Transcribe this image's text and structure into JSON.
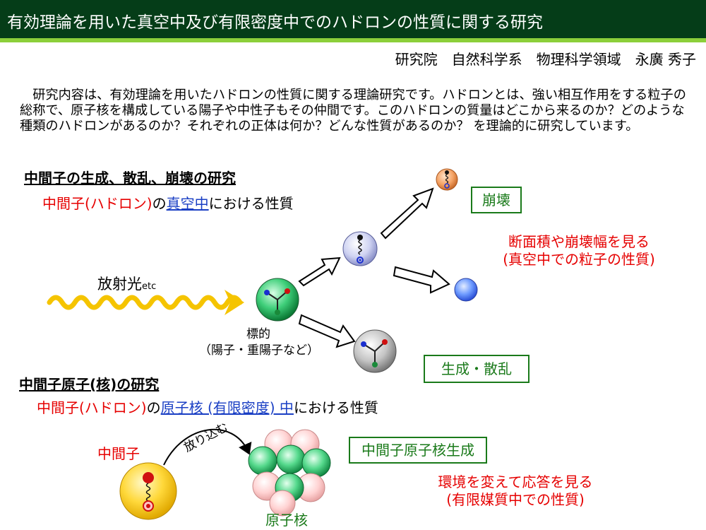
{
  "header": {
    "title": "有効理論を用いた真空中及び有限密度中でのハドロンの性質に関する研究"
  },
  "author": "研究院　自然科学系　物理科学領域　永廣 秀子",
  "intro": "　研究内容は、有効理論を用いたハドロンの性質に関する理論研究です。ハドロンとは、強い相互作用をする粒子の総称で、原子核を構成している陽子や中性子もその仲間です。このハドロンの質量はどこから来るのか？どのような種類のハドロンがあるのか？それぞれの正体は何か？どんな性質があるのか？ を理論的に研究しています。",
  "section1": {
    "title": "中間子の生成、散乱、崩壊の研究",
    "red_part": "中間子(ハドロン)",
    "mid_part": "の",
    "blue_part": "真空中",
    "tail_part": "における性質"
  },
  "section2": {
    "title": "中間子原子(核)の研究",
    "red_part": "中間子(ハドロン)",
    "mid_part": "の",
    "blue_part": "原子核 (有限密度) 中",
    "tail_part": "における性質"
  },
  "diagram": {
    "radiation_label": "放射光",
    "radiation_sub": "etc",
    "target_label": "標的",
    "target_sub": "（陽子・重陽子など）",
    "decay_box": "崩壊",
    "decay_note_line1": "断面積や崩壊幅を見る",
    "decay_note_line2": "(真空中での粒子の性質)",
    "production_box": "生成・散乱",
    "meson_label": "中間子",
    "insert_label": "放り込む",
    "nucleus_label": "原子核",
    "mesonic_box": "中間子原子核生成",
    "env_note_line1": "環境を変えて応答を見る",
    "env_note_line2": "(有限媒質中での性質)"
  },
  "colors": {
    "header_bg": "#053d18",
    "header_line": "#8ccf3a",
    "accent_red": "#e60000",
    "accent_blue": "#1a3fc4",
    "box_green": "#1a7a1a",
    "wave_yellow": "#f5c400"
  }
}
